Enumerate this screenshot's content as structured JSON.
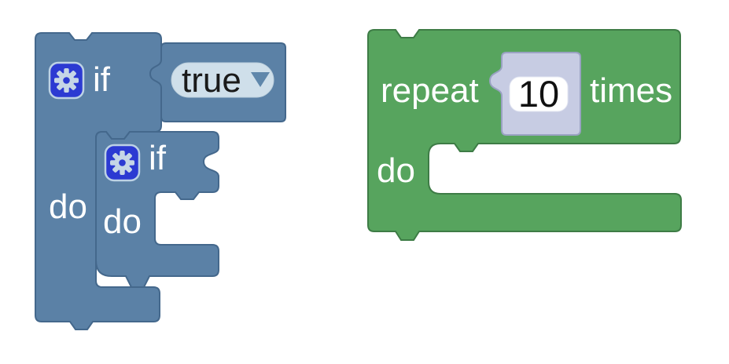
{
  "workspace": {
    "description": "Blockly visual programming workspace with two block stacks",
    "colors": {
      "logic_blue_fill": "#5b81a6",
      "logic_blue_border": "#44688c",
      "loop_green_fill": "#57a45e",
      "loop_green_border": "#3e7c46",
      "shadow_lavender_fill": "#c7cce3",
      "shadow_lavender_border": "#9aa2c2",
      "gear_button_blue": "#2c3ad2",
      "dropdown_pill": "#cfdfea",
      "background": "#ffffff"
    },
    "blocks": {
      "outer_if": {
        "keyword": "if",
        "do_label": "do",
        "gear_icon": "gear-icon"
      },
      "condition": {
        "value": "true",
        "dropdown_arrow_icon": "chevron-down-triangle"
      },
      "nested_if": {
        "keyword": "if",
        "do_label": "do",
        "gear_icon": "gear-icon"
      },
      "repeat": {
        "keyword": "repeat",
        "count": "10",
        "times_label": "times",
        "do_label": "do"
      }
    }
  }
}
